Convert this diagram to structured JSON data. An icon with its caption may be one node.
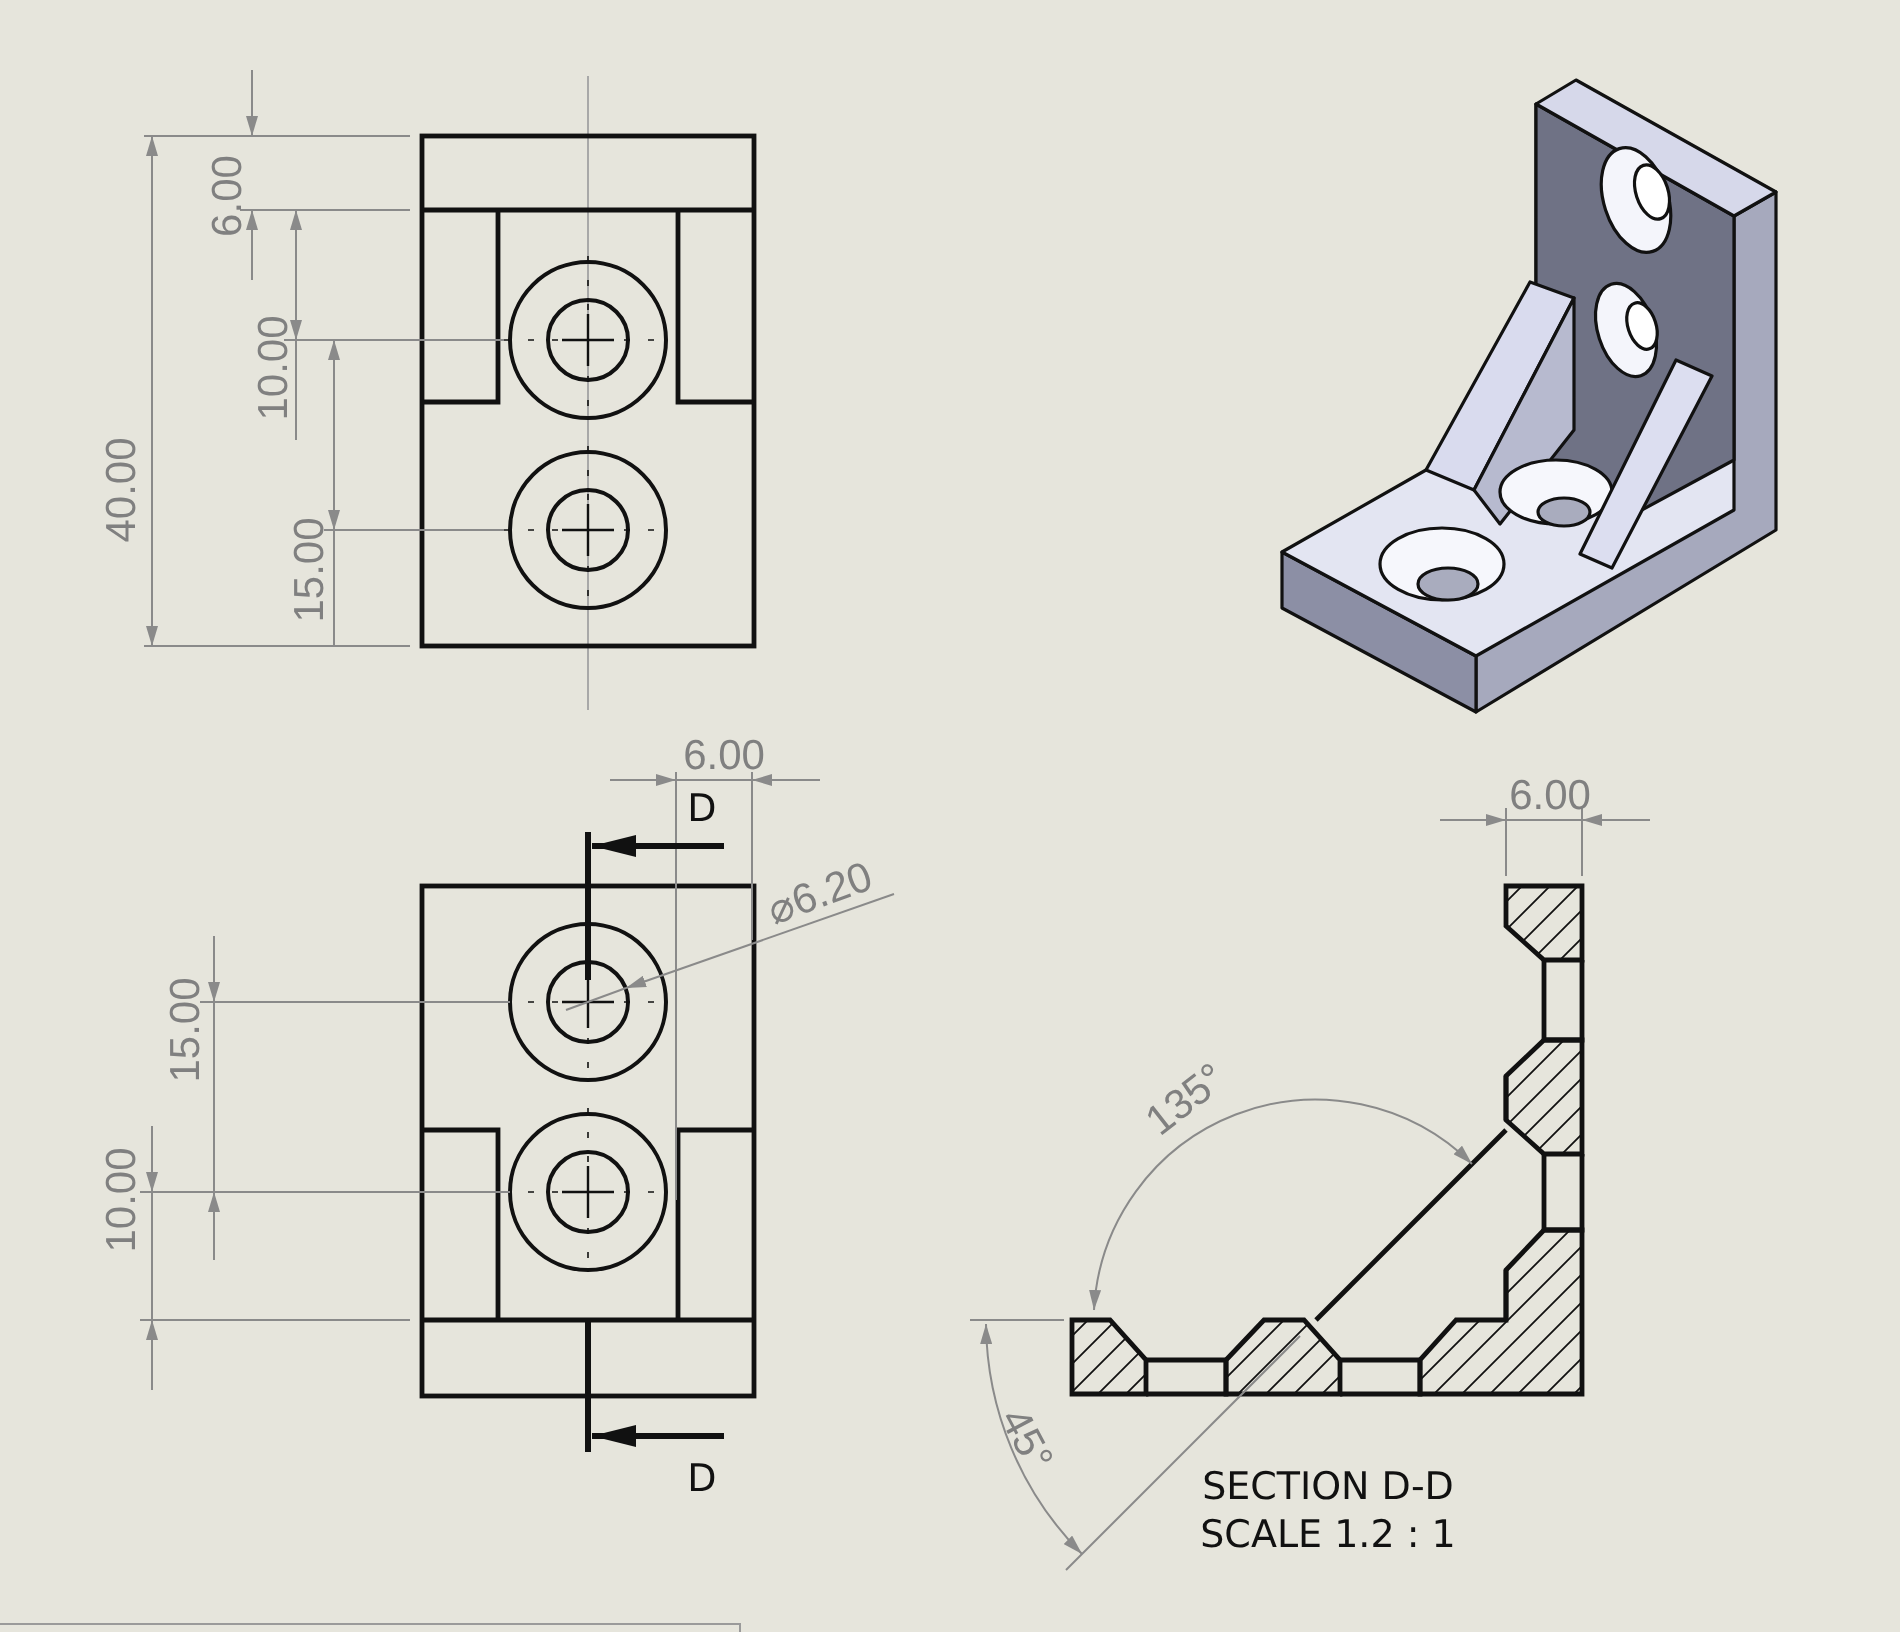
{
  "diagram": {
    "labels": [
      "6.00",
      "10.00",
      "40.00",
      "15.00",
      "6.00",
      "D",
      "⌀6.20",
      "15.00",
      "10.00",
      "D",
      "6.00",
      "135°",
      "45°",
      "SECTION D-D",
      "SCALE 1.2 : 1"
    ]
  }
}
